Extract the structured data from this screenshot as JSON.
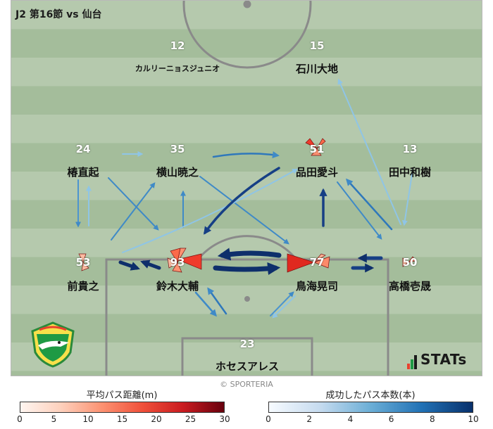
{
  "title": "J2 第16節 vs 仙台",
  "credit": "© SPORTERIA",
  "brand": "STATs",
  "colors": {
    "pitch_light": "#b5c9ad",
    "pitch_dark": "#a4bd9b",
    "lines": "#7f7f7f",
    "pass_low": "#8fc5e6",
    "pass_high": "#0e2f6b",
    "distance_low": "#fff2ec",
    "distance_high": "#67000d"
  },
  "players": [
    {
      "number": "12",
      "name": "カルリーニョスジュニオ",
      "small": true
    },
    {
      "number": "15",
      "name": "石川大地"
    },
    {
      "number": "24",
      "name": "椿直起"
    },
    {
      "number": "35",
      "name": "横山暁之"
    },
    {
      "number": "51",
      "name": "品田愛斗"
    },
    {
      "number": "13",
      "name": "田中和樹"
    },
    {
      "number": "53",
      "name": "前貴之"
    },
    {
      "number": "93",
      "name": "鈴木大輔"
    },
    {
      "number": "77",
      "name": "鳥海晃司"
    },
    {
      "number": "50",
      "name": "高橋壱晟"
    },
    {
      "number": "23",
      "name": "ホセスアレス"
    }
  ],
  "legend_distance": {
    "title": "平均パス距離(m)",
    "ticks": [
      "0",
      "5",
      "10",
      "15",
      "20",
      "25",
      "30"
    ]
  },
  "legend_passes": {
    "title": "成功したパス本数(本)",
    "ticks": [
      "0",
      "2",
      "4",
      "6",
      "8",
      "10"
    ]
  }
}
